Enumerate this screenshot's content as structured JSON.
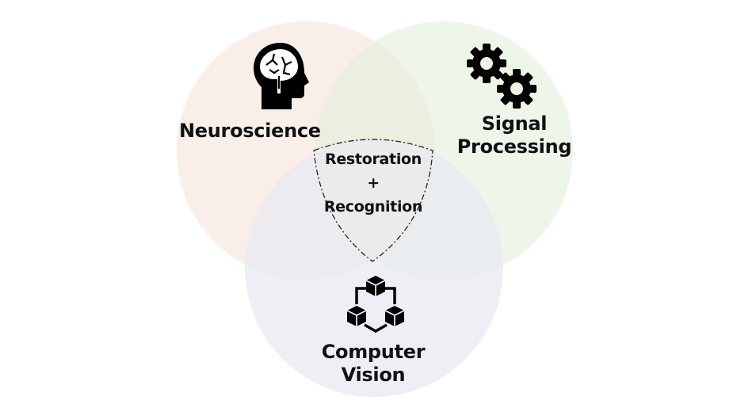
{
  "diagram": {
    "type": "venn",
    "sets": [
      {
        "name": "Neuroscience",
        "icon": "brain-head-icon",
        "color": "#f9ece3"
      },
      {
        "name": "Signal Processing",
        "icon": "gears-icon",
        "color": "#edf3e7"
      },
      {
        "name": "Computer Vision",
        "icon": "connected-cubes-icon",
        "color": "#efeff4"
      }
    ],
    "labels": {
      "neuro": "Neuroscience",
      "signal_line1": "Signal",
      "signal_line2": "Processing",
      "cv_line1": "Computer",
      "cv_line2": "Vision"
    },
    "intersection": {
      "line1": "Restoration",
      "line2": "+",
      "line3": "Recognition"
    }
  }
}
